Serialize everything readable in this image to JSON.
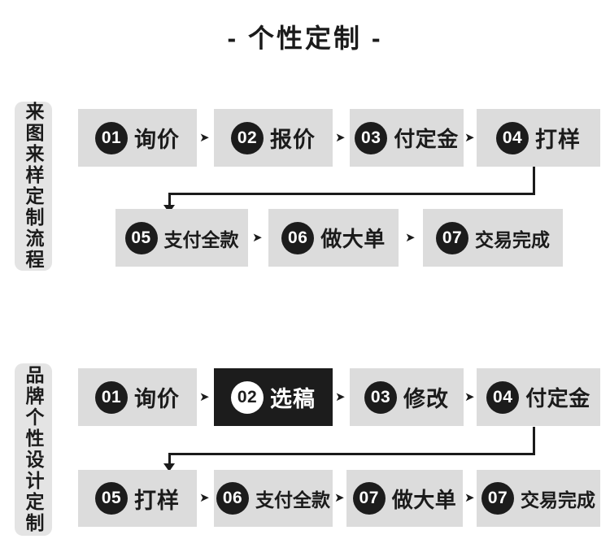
{
  "title": "- 个性定制 -",
  "arrow_glyph": "➤",
  "colors": {
    "background": "#ffffff",
    "box_gray": "#dcdcdc",
    "label_gray": "#e4e4e4",
    "accent_black": "#1c1c1c",
    "text": "#1b1b1b"
  },
  "sections": [
    {
      "label": "来图来样定制流程",
      "rows": [
        {
          "steps": [
            {
              "num": "01",
              "text": "询价"
            },
            {
              "num": "02",
              "text": "报价"
            },
            {
              "num": "03",
              "text": "付定金"
            },
            {
              "num": "04",
              "text": "打样"
            }
          ]
        },
        {
          "steps": [
            {
              "num": "05",
              "text": "支付全款"
            },
            {
              "num": "06",
              "text": "做大单"
            },
            {
              "num": "07",
              "text": "交易完成"
            }
          ]
        }
      ]
    },
    {
      "label": "品牌个性设计定制",
      "rows": [
        {
          "steps": [
            {
              "num": "01",
              "text": "询价"
            },
            {
              "num": "02",
              "text": "选稿",
              "highlight": true
            },
            {
              "num": "03",
              "text": "修改"
            },
            {
              "num": "04",
              "text": "付定金"
            }
          ]
        },
        {
          "steps": [
            {
              "num": "05",
              "text": "打样"
            },
            {
              "num": "06",
              "text": "支付全款"
            },
            {
              "num": "07",
              "text": "做大单"
            },
            {
              "num": "07",
              "text": "交易完成"
            }
          ]
        }
      ]
    }
  ]
}
